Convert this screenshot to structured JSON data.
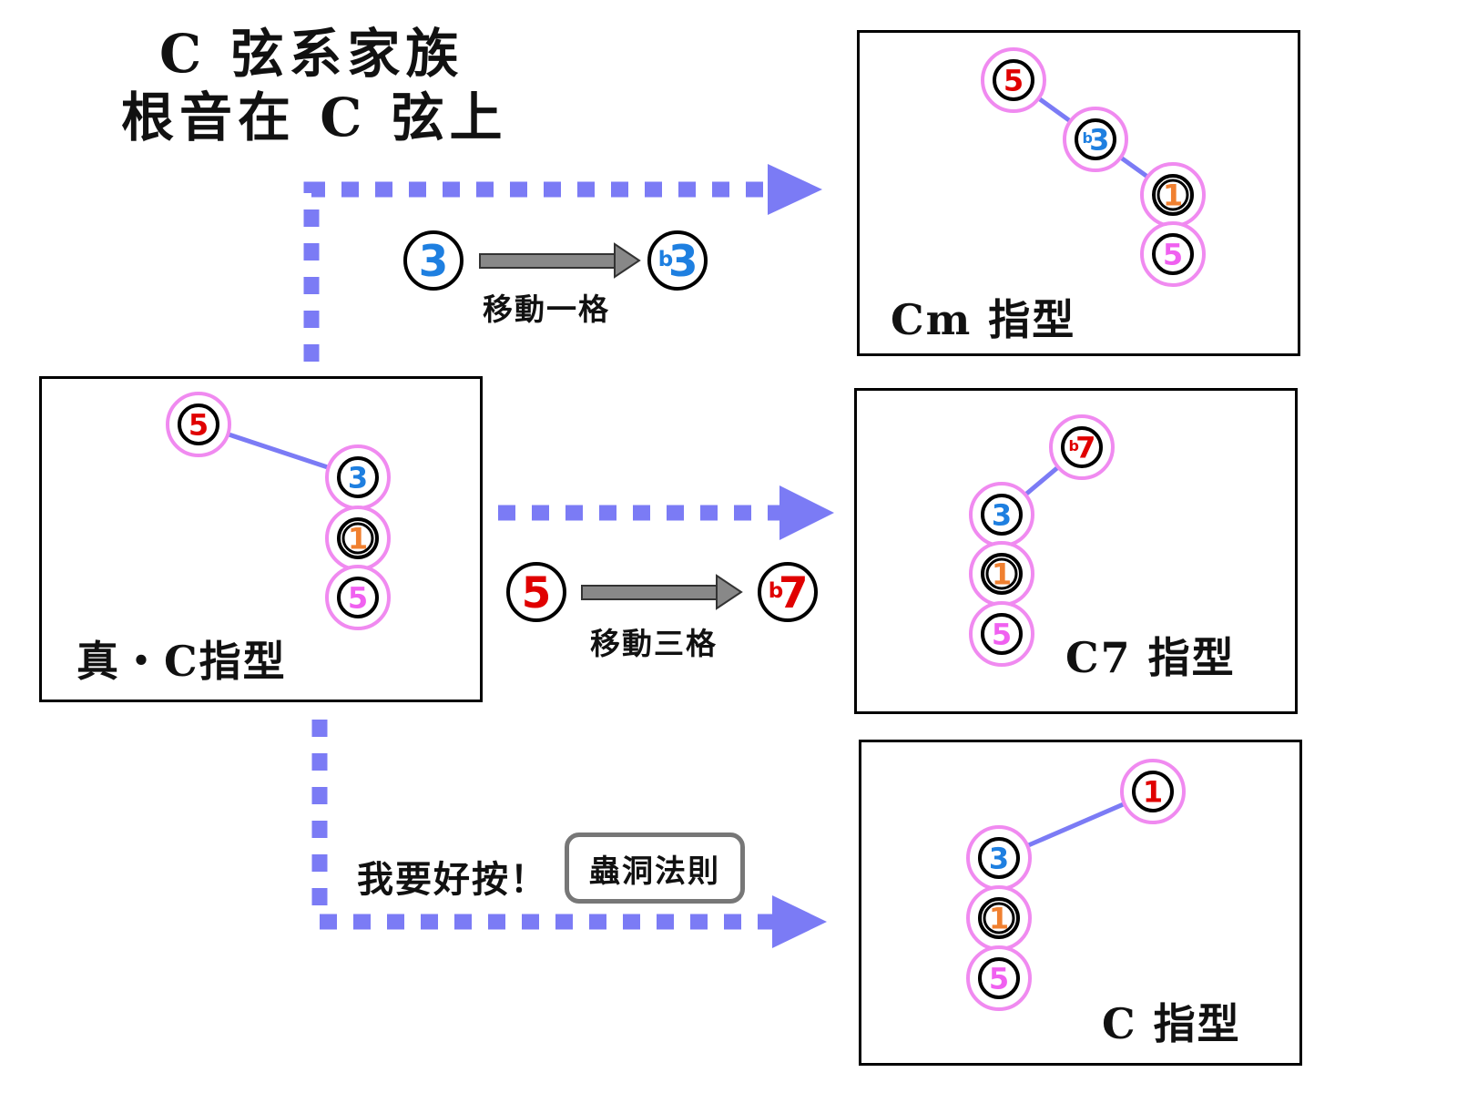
{
  "title": {
    "line1": "C 弦系家族",
    "line2": "根音在 C 弦上"
  },
  "colors": {
    "flow_arrow": "#7b7bf5",
    "connector": "#7b7bf5",
    "note_halo": "#f08af0",
    "gray_arrow": "#888888",
    "callout_border": "#777777",
    "five_red": "#e00000",
    "three_blue": "#1e7fe0",
    "root_orange": "#f08030",
    "five_pink": "#f060f0",
    "flat_blue": "#1e7fe0",
    "flat_red": "#e00000"
  },
  "source_shape": {
    "label": "真・C指型",
    "notes": [
      "5",
      "3",
      "1",
      "5"
    ]
  },
  "transforms": {
    "minor": {
      "from_note": "3",
      "to_note": "b3",
      "caption": "移動一格"
    },
    "seventh": {
      "from_note": "5",
      "to_note": "b7",
      "caption": "移動三格"
    },
    "easy": {
      "text": "我要好按！",
      "callout": "蟲洞法則"
    }
  },
  "targets": {
    "cm": {
      "label": "Cm 指型",
      "notes": [
        "5",
        "b3",
        "1",
        "5"
      ]
    },
    "c7": {
      "label": "C7 指型",
      "notes": [
        "b7",
        "3",
        "1",
        "5"
      ]
    },
    "c": {
      "label": "C 指型",
      "notes": [
        "1",
        "3",
        "1",
        "5"
      ]
    }
  }
}
